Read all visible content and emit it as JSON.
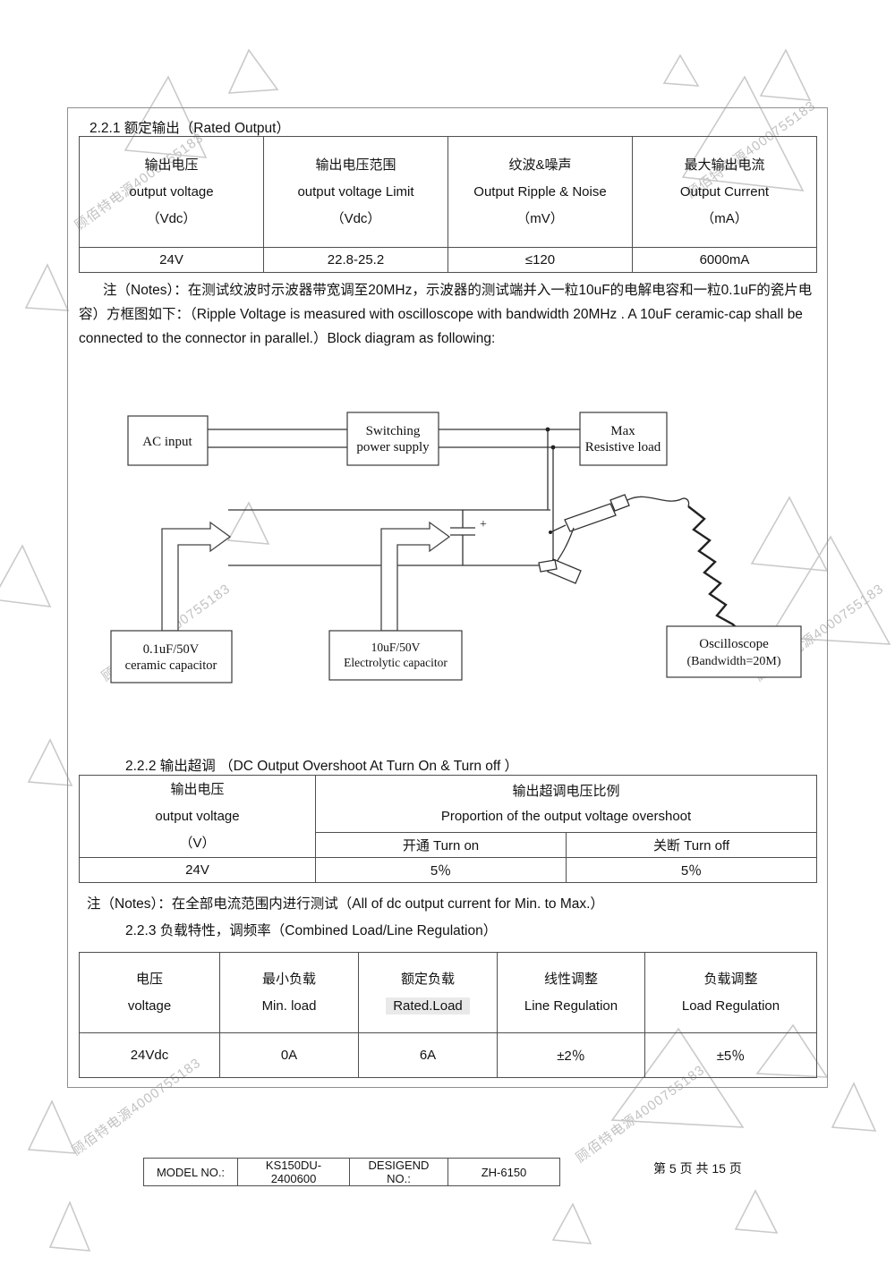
{
  "watermark": {
    "text": "顾佰特电源4000755183"
  },
  "s221": {
    "heading": "2.2.1 额定输出（Rated Output）",
    "table": {
      "cols": [
        {
          "zh": "输出电压",
          "en": "output voltage",
          "unit": "（Vdc）",
          "value": "24V"
        },
        {
          "zh": "输出电压范围",
          "en": "output voltage Limit",
          "unit": "（Vdc）",
          "value": "22.8-25.2"
        },
        {
          "zh": "纹波&噪声",
          "en": "Output Ripple & Noise",
          "unit": "（mV）",
          "value": "≤120"
        },
        {
          "zh": "最大输出电流",
          "en": "Output Current",
          "unit": "（mA）",
          "value": "6000mA"
        }
      ]
    },
    "notes": "注（Notes）：在测试纹波时示波器带宽调至20MHz，示波器的测试端并入一粒10uF的电解电容和一粒0.1uF的瓷片电容）方框图如下：（Ripple Voltage is measured with oscilloscope with bandwidth 20MHz . A 10uF ceramic-cap shall be connected to the connector in parallel.）Block diagram as following:"
  },
  "diagram": {
    "ac_input": "AC input",
    "switching_line1": "Switching",
    "switching_line2": "power supply",
    "load_line1": "Max",
    "load_line2": "Resistive load",
    "cap1_line1": "0.1uF/50V",
    "cap1_line2": "ceramic capacitor",
    "cap2_line1": "10uF/50V",
    "cap2_line2": "Electrolytic capacitor",
    "osc_line1": "Oscilloscope",
    "osc_line2": "(Bandwidth=20M)",
    "plus_sign": "+"
  },
  "s222": {
    "heading": "2.2.2  输出超调 （DC Output Overshoot At Turn On & Turn off ）",
    "table": {
      "col1_zh": "输出电压",
      "col1_en": "output voltage",
      "col1_unit": "（V）",
      "overshoot_zh": "输出超调电压比例",
      "overshoot_en": "Proportion of the output voltage overshoot",
      "turn_on": "开通  Turn on",
      "turn_off": "关断  Turn off",
      "voltage_value": "24V",
      "turn_on_value": "5％",
      "turn_off_value": "5％"
    },
    "notes": "注（Notes）：在全部电流范围内进行测试（All of dc output current for Min. to Max.）"
  },
  "s223": {
    "heading": "2.2.3 负载特性，调频率（Combined Load/Line Regulation）",
    "table": {
      "cols": [
        {
          "zh": "电压",
          "en": "voltage",
          "value": "24Vdc"
        },
        {
          "zh": "最小负载",
          "en": "Min. load",
          "value": "0A"
        },
        {
          "zh": "额定负载",
          "en": "Rated.Load",
          "value": "6A"
        },
        {
          "zh": "线性调整",
          "en": "Line Regulation",
          "value": "±2％"
        },
        {
          "zh": "负载调整",
          "en": "Load Regulation",
          "value": "±5％"
        }
      ]
    }
  },
  "footer": {
    "model_label": "MODEL NO.:",
    "model_value": "KS150DU-2400600",
    "design_label": "DESIGEND NO.:",
    "design_value": "ZH-6150",
    "page_info": "第 5 页 共 15 页"
  }
}
